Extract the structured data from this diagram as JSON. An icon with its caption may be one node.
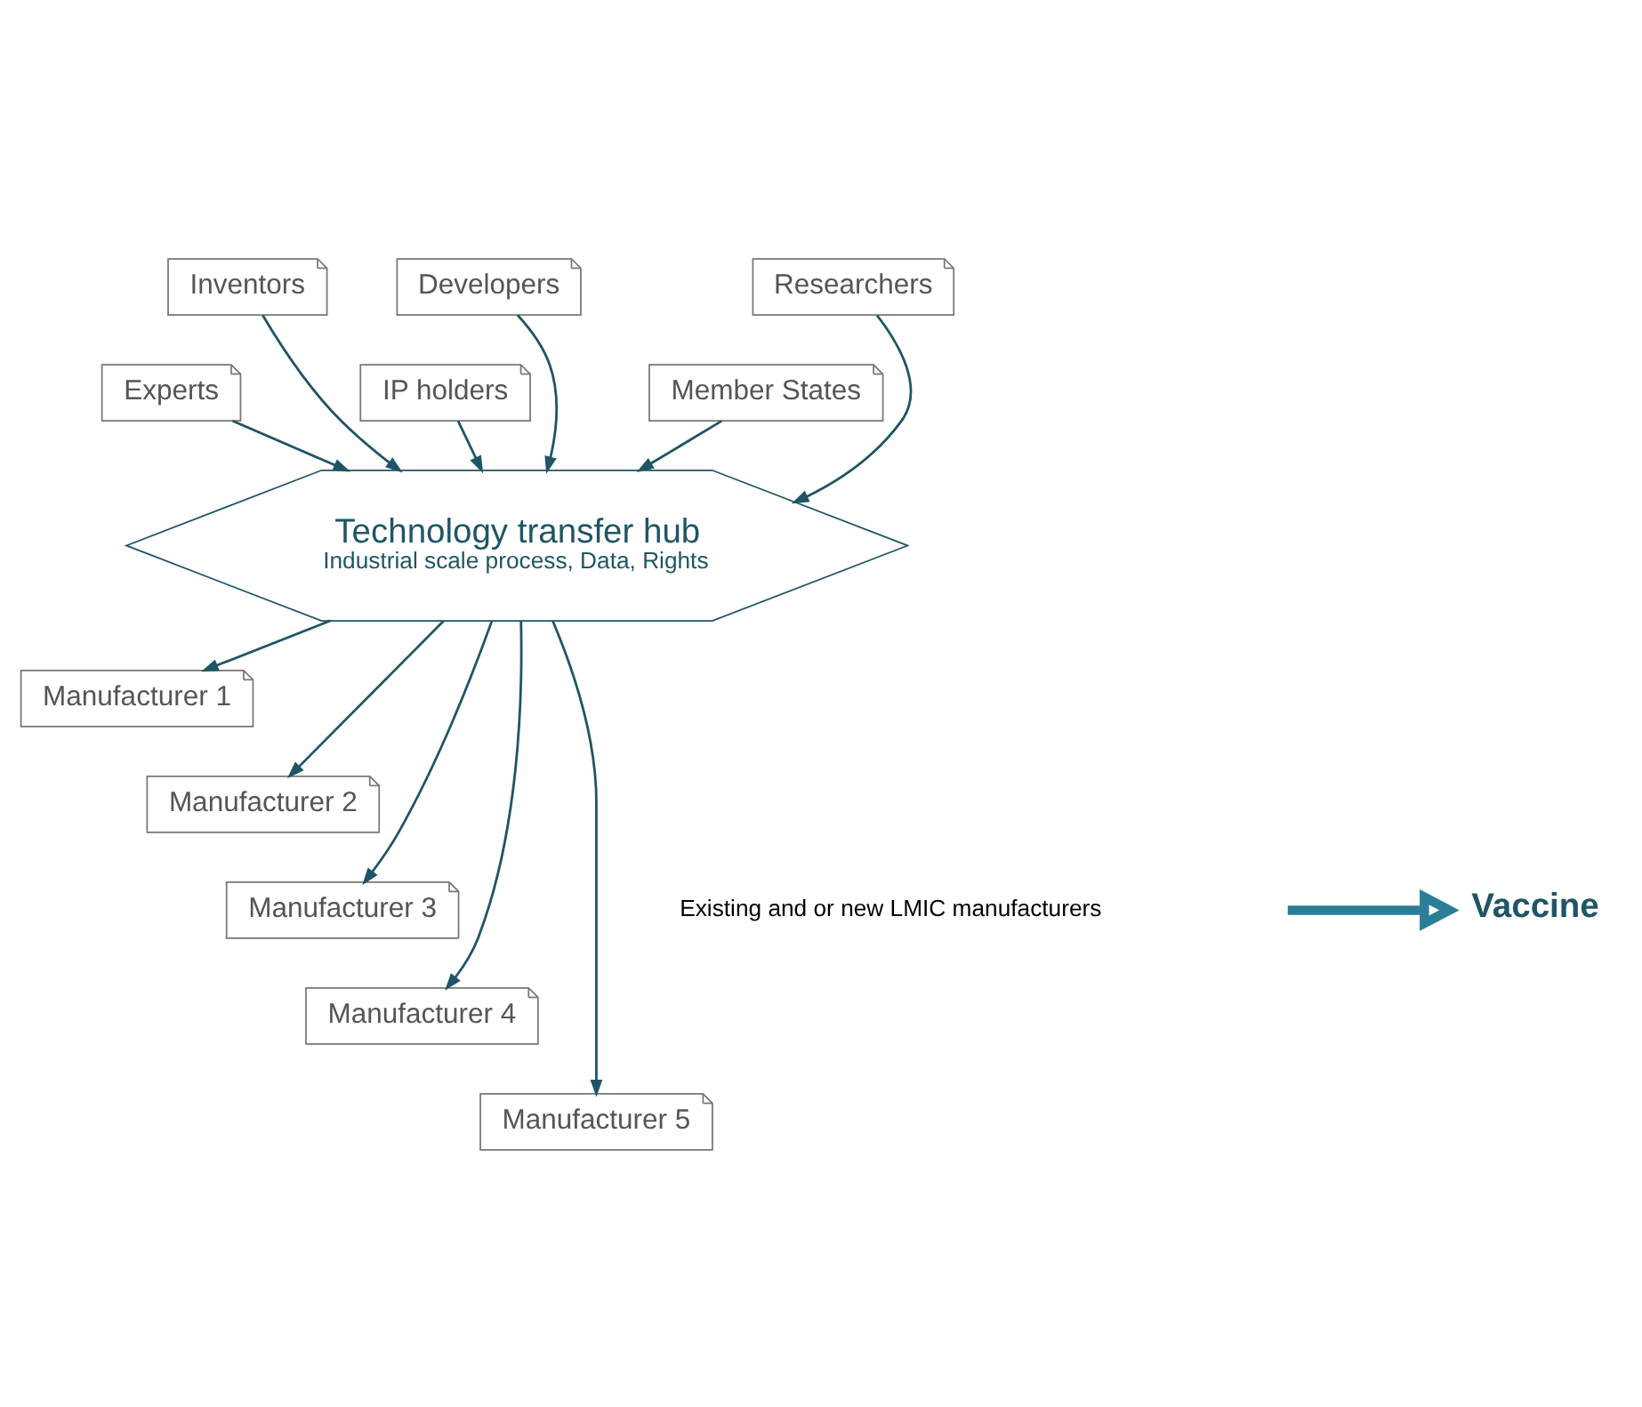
{
  "diagram": {
    "nodes": [
      {
        "text": [
          "Inventors"
        ]
      },
      {
        "text": [
          "Developers"
        ]
      },
      {
        "text": [
          "Researchers"
        ]
      },
      {
        "text": [
          "Experts"
        ]
      },
      {
        "text": [
          "IP holders"
        ]
      },
      {
        "text": [
          "Member States"
        ]
      },
      {
        "text": [
          "Technology transfer hub",
          "Industrial scale process, Data, Rights"
        ]
      },
      {
        "text": [
          "Manufacturer 1"
        ]
      },
      {
        "text": [
          "Manufacturer 2"
        ]
      },
      {
        "text": [
          "Manufacturer 3"
        ]
      },
      {
        "text": [
          "Manufacturer 4"
        ]
      },
      {
        "text": [
          "Manufacturer 5"
        ]
      },
      {
        "text": [
          "Vaccine"
        ]
      }
    ],
    "edges": [
      {
        "from": 0,
        "to": 6,
        "arrow": "to"
      },
      {
        "from": 3,
        "to": 6,
        "arrow": "to"
      },
      {
        "from": 1,
        "to": 6,
        "arrow": "to"
      },
      {
        "from": 4,
        "to": 6,
        "arrow": "to"
      },
      {
        "from": 2,
        "to": 6,
        "arrow": "to"
      },
      {
        "from": 5,
        "to": 6,
        "arrow": "to"
      },
      {
        "from": 6,
        "to": 7,
        "arrow": "to"
      },
      {
        "from": 6,
        "to": 8,
        "arrow": "to"
      },
      {
        "from": 6,
        "to": 9,
        "arrow": "to"
      },
      {
        "from": 6,
        "to": 10,
        "arrow": "to"
      },
      {
        "from": 6,
        "to": 11,
        "arrow": "to"
      },
      {
        "from": null,
        "to": 12,
        "arrow": "to",
        "style": "thick",
        "color": "#2a7f96"
      }
    ],
    "labels": [
      "Existing and or new LMIC manufacturers"
    ]
  }
}
